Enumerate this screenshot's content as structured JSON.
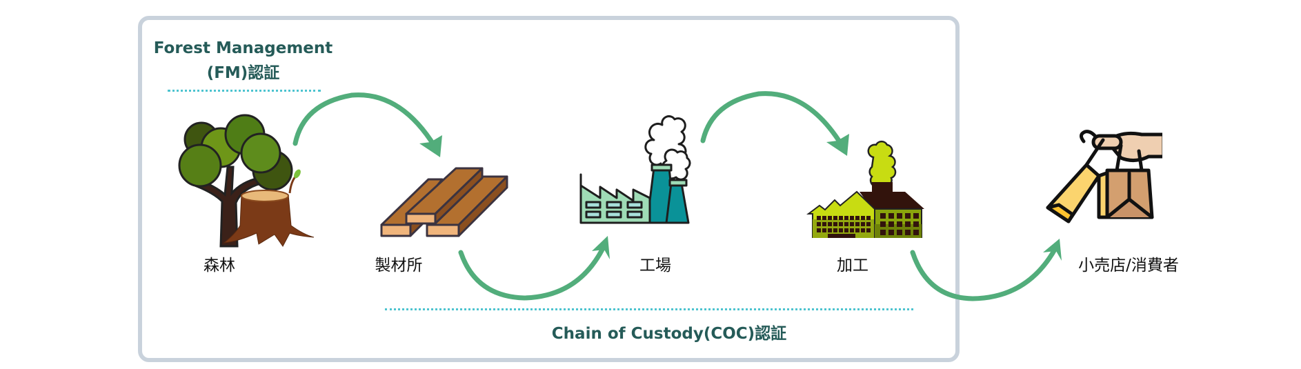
{
  "diagram": {
    "type": "supply-chain-certification-flow",
    "fm_certification": {
      "line1": "Forest Management",
      "line2": "(FM)認証"
    },
    "coc_certification": {
      "label": "Chain of Custody(COC)認証"
    },
    "stages": [
      {
        "id": "forest",
        "label": "森林",
        "icon": "tree-and-stump-icon"
      },
      {
        "id": "sawmill",
        "label": "製材所",
        "icon": "lumber-planks-icon"
      },
      {
        "id": "factory",
        "label": "工場",
        "icon": "factory-smoke-icon"
      },
      {
        "id": "processing",
        "label": "加工",
        "icon": "processing-plant-icon"
      },
      {
        "id": "retail",
        "label": "小売店/消費者",
        "icon": "shopping-bags-hand-icon"
      }
    ],
    "flow_arrows": [
      {
        "from": "forest",
        "to": "sawmill"
      },
      {
        "from": "sawmill",
        "to": "factory"
      },
      {
        "from": "factory",
        "to": "processing"
      },
      {
        "from": "processing",
        "to": "retail"
      }
    ],
    "colors": {
      "arrow": "#52ad7b",
      "title_text": "#255b58",
      "dotted_line": "#4cc3cf",
      "frame_border": "#c9d2dc"
    }
  }
}
